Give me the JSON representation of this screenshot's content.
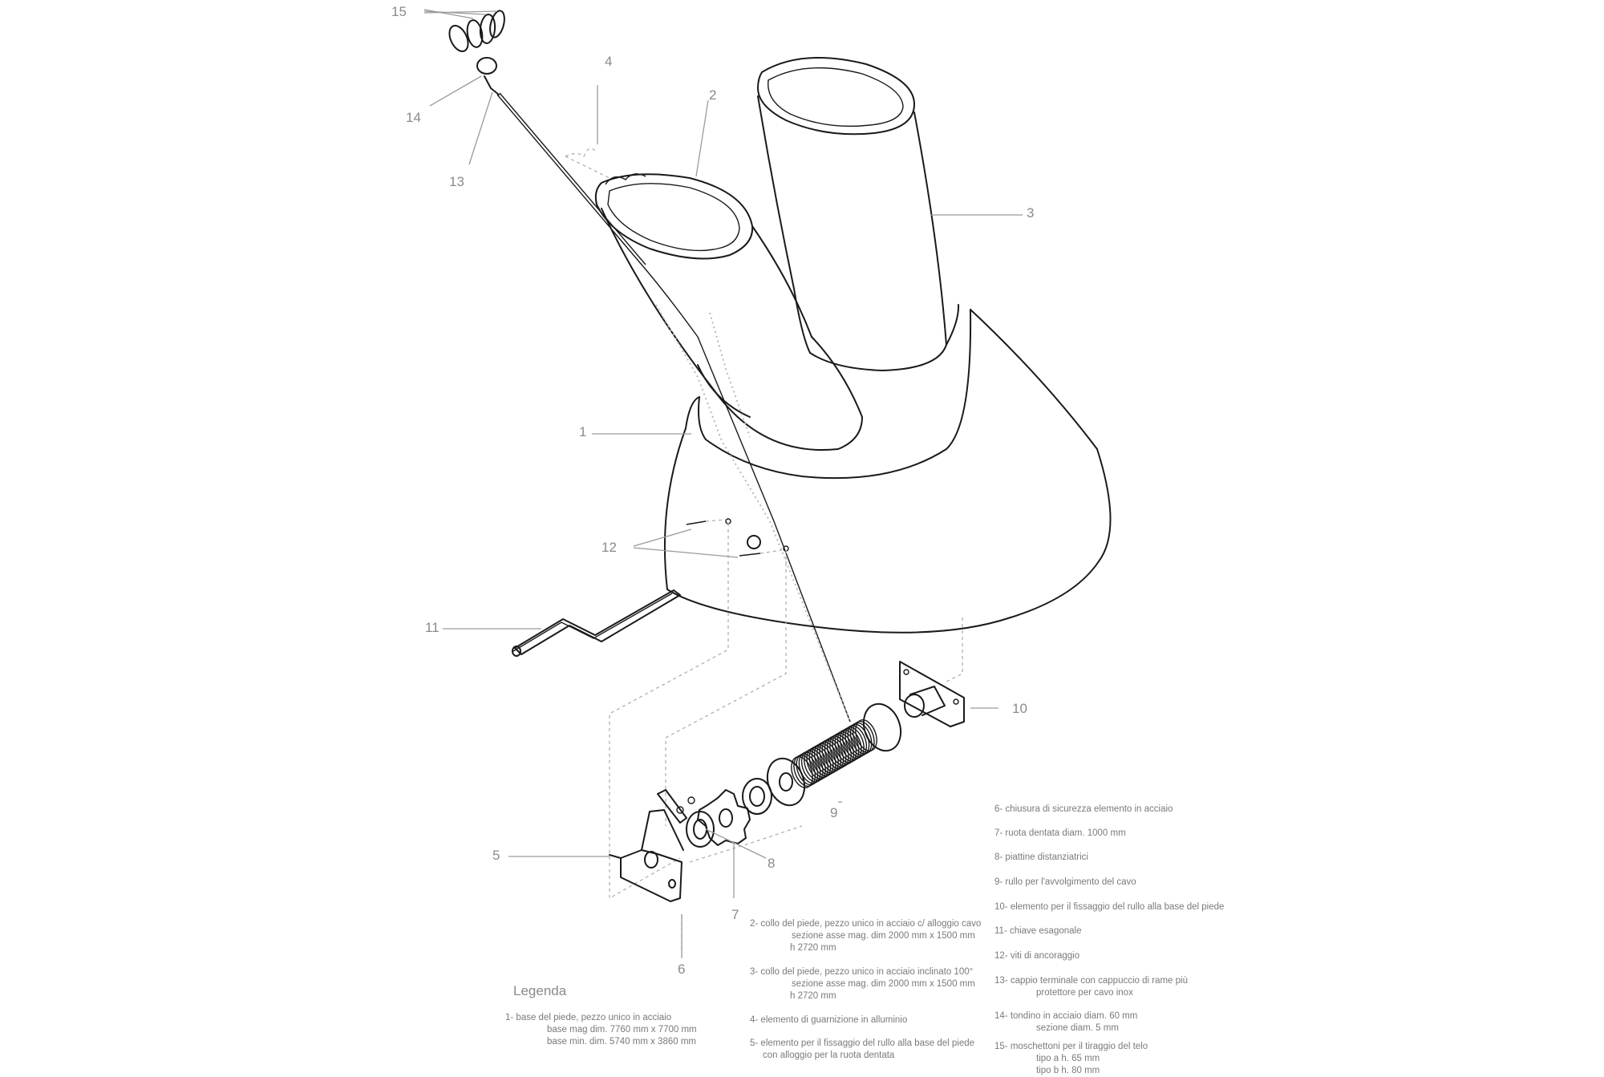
{
  "callouts": {
    "c1": "1",
    "c2": "2",
    "c3": "3",
    "c4": "4",
    "c5": "5",
    "c6": "6",
    "c7": "7",
    "c8": "8",
    "c9": "9",
    "c10": "10",
    "c11": "11",
    "c12": "12",
    "c13": "13",
    "c14": "14",
    "c15": "15"
  },
  "legend": {
    "title": "Legenda",
    "items": [
      {
        "lines": [
          "1- base del piede, pezzo unico in acciaio",
          "base mag dim. 7760 mm x 7700 mm",
          "base min. dim. 5740 mm x 3860 mm"
        ]
      },
      {
        "lines": [
          "2- collo del piede, pezzo unico in acciaio c/ alloggio cavo",
          "sezione asse mag. dim 2000 mm x 1500 mm",
          "h 2720 mm"
        ]
      },
      {
        "lines": [
          "3- collo del piede, pezzo unico in acciaio inclinato 100°",
          "sezione asse mag. dim 2000 mm x 1500 mm",
          "h 2720 mm"
        ]
      },
      {
        "lines": [
          "4- elemento di guarnizione in alluminio"
        ]
      },
      {
        "lines": [
          "5- elemento per il fissaggio del rullo alla base del piede",
          "con alloggio per la ruota dentata"
        ]
      },
      {
        "lines": [
          "6- chiusura di sicurezza elemento in acciaio"
        ]
      },
      {
        "lines": [
          "7- ruota dentata diam. 1000 mm"
        ]
      },
      {
        "lines": [
          "8- piattine distanziatrici"
        ]
      },
      {
        "lines": [
          "9- rullo per l'avvolgimento del cavo"
        ]
      },
      {
        "lines": [
          "10- elemento per il fissaggio del rullo alla base del piede"
        ]
      },
      {
        "lines": [
          "11- chiave esagonale"
        ]
      },
      {
        "lines": [
          "12- viti di ancoraggio"
        ]
      },
      {
        "lines": [
          "13- cappio terminale con cappuccio di rame più",
          "protettore per cavo inox"
        ]
      },
      {
        "lines": [
          "14- tondino in acciaio diam. 60 mm",
          "sezione diam. 5 mm"
        ]
      },
      {
        "lines": [
          "15- moschettoni per il tiraggio del telo",
          "tipo a h. 65 mm",
          "tipo b h. 80 mm"
        ]
      }
    ]
  }
}
